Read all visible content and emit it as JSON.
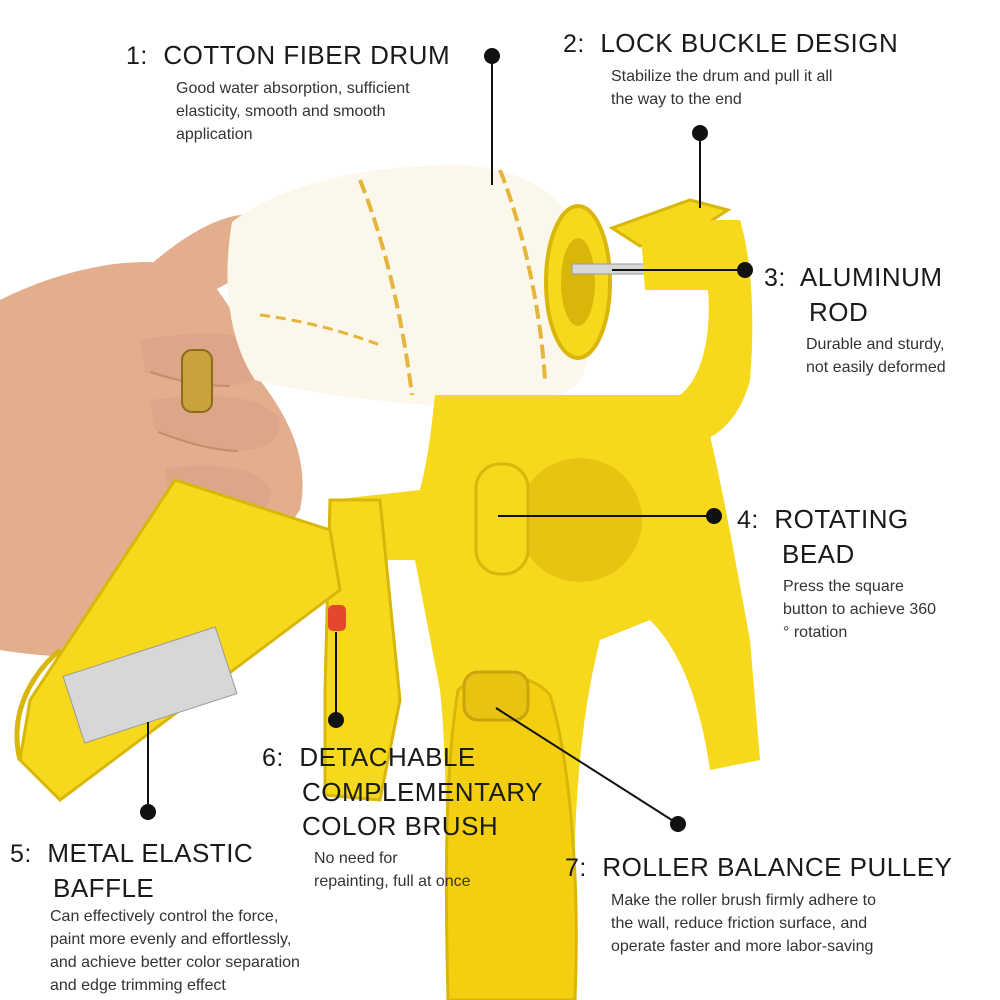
{
  "colors": {
    "tool_yellow": "#f6d81c",
    "tool_shadow": "#d9b70a",
    "fabric": "#fbf7ea",
    "stripe": "#e5b53c",
    "skin": "#e2ae8e",
    "skin_shadow": "#c98c6a",
    "metal": "#d7d7d7",
    "leader": "#111111",
    "text": "#1a1a1a"
  },
  "annotations": [
    {
      "id": "cotton-fiber-drum",
      "number": "1:",
      "title_lines": [
        "COTTON FIBER DRUM"
      ],
      "description_lines": [
        "Good water absorption, sufficient",
        "elasticity, smooth and smooth",
        "application"
      ]
    },
    {
      "id": "lock-buckle-design",
      "number": "2:",
      "title_lines": [
        "LOCK BUCKLE DESIGN"
      ],
      "description_lines": [
        "Stabilize the drum and pull it all",
        "the way to the end"
      ]
    },
    {
      "id": "aluminum-rod",
      "number": "3:",
      "title_lines": [
        "ALUMINUM",
        "ROD"
      ],
      "description_lines": [
        "Durable and sturdy,",
        "not easily deformed"
      ]
    },
    {
      "id": "rotating-bead",
      "number": "4:",
      "title_lines": [
        "ROTATING",
        "BEAD"
      ],
      "description_lines": [
        "Press the square",
        "button to achieve 360",
        "° rotation"
      ]
    },
    {
      "id": "metal-elastic-baffle",
      "number": "5:",
      "title_lines": [
        "METAL ELASTIC",
        "BAFFLE"
      ],
      "description_lines": [
        "Can effectively control the force,",
        "paint more evenly and effortlessly,",
        "and achieve better color separation",
        "and edge trimming effect"
      ]
    },
    {
      "id": "detachable-complementary-color-brush",
      "number": "6:",
      "title_lines": [
        "DETACHABLE",
        "COMPLEMENTARY",
        "COLOR BRUSH"
      ],
      "description_lines": [
        "No need for",
        "repainting, full at once"
      ]
    },
    {
      "id": "roller-balance-pulley",
      "number": "7:",
      "title_lines": [
        "ROLLER BALANCE PULLEY"
      ],
      "description_lines": [
        "Make the roller brush firmly adhere to",
        "the wall, reduce friction surface, and",
        "operate faster and more labor-saving"
      ]
    }
  ]
}
